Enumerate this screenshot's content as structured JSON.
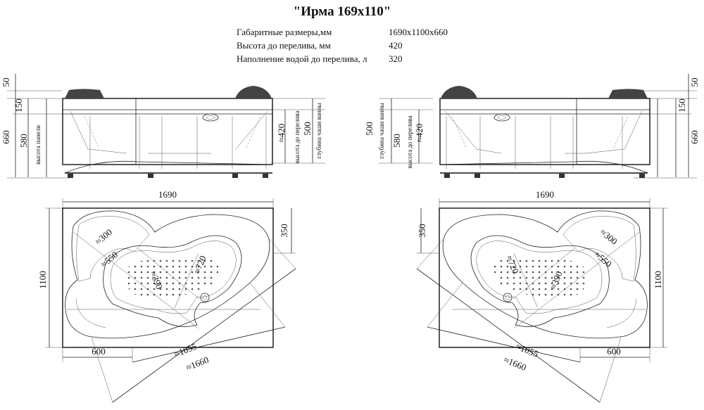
{
  "title": "\"Ирма 169х110\"",
  "specs": [
    {
      "label": "Габаритные размеры,мм",
      "value": "1690х1100х660"
    },
    {
      "label": "Высота до перелива, мм",
      "value": "420"
    },
    {
      "label": "Наполнение водой до перелива, л",
      "value": "320"
    }
  ],
  "side_view": {
    "dim_50": "50",
    "dim_150": "150",
    "dim_580": "580",
    "dim_660": "660",
    "dim_500": "500",
    "dim_420": "≈420",
    "label_panel": "высота панели",
    "label_overflow": "высота до перелива",
    "label_depth": "глубина чаши ванны"
  },
  "plan_view": {
    "dim_1690": "1690",
    "dim_1100": "1100",
    "dim_350": "350",
    "dim_600": "600",
    "dim_300": "≈300",
    "dim_550": "≈550",
    "dim_720": "≈720",
    "dim_390": "≈390",
    "dim_1055": "≈1055",
    "dim_1660": "≈1660"
  }
}
